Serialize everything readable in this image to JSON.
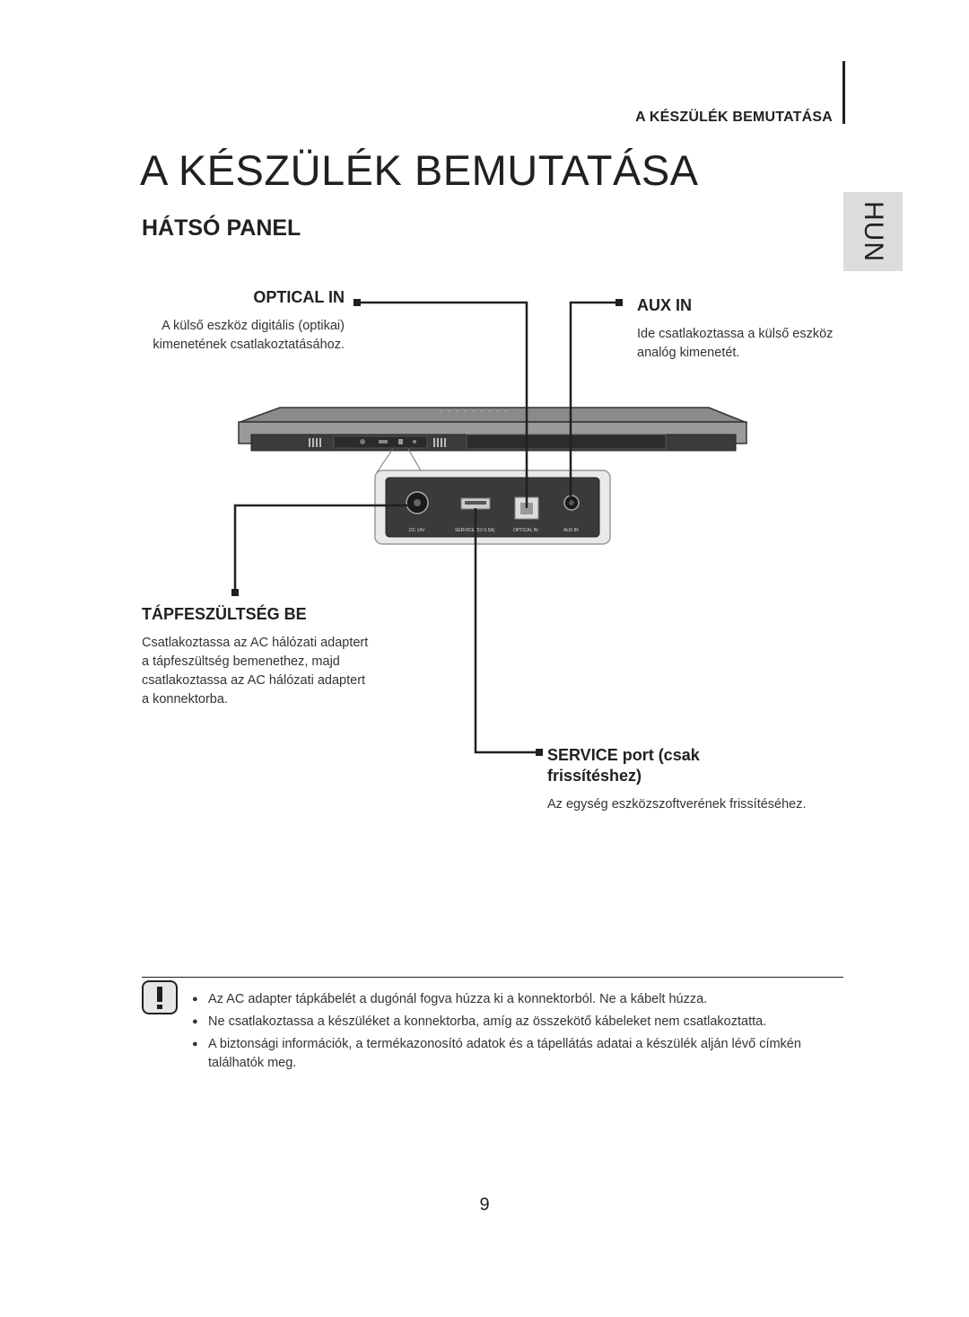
{
  "header": {
    "running_title": "A KÉSZÜLÉK BEMUTATÁSA",
    "language_tab": "HUN"
  },
  "page": {
    "title": "A KÉSZÜLÉK BEMUTATÁSA",
    "section_title": "HÁTSÓ PANEL",
    "page_number": "9"
  },
  "callouts": {
    "optical_in": {
      "label": "OPTICAL IN",
      "description": "A külső eszköz digitális (optikai) kimenetének csatlakoztatásához."
    },
    "aux_in": {
      "label": "AUX IN",
      "description": "Ide csatlakoztassa a külső eszköz analóg kimenetét."
    },
    "power": {
      "label": "TÁPFESZÜLTSÉG BE",
      "description": "Csatlakoztassa az AC hálózati adaptert a tápfeszültség bemenethez, majd csatlakoztassa az AC hálózati adaptert a konnektorba."
    },
    "service": {
      "label": "SERVICE port (csak frissítéshez)",
      "description": "Az egység eszközszoftverének frissítéséhez."
    }
  },
  "panel_port_labels": {
    "dc": "DC 14V",
    "service": "SERVICE (5V 0.5A)",
    "optical": "OPTICAL IN",
    "aux": "AUX IN"
  },
  "caution": {
    "icon": "exclamation-icon",
    "items": [
      "Az AC adapter tápkábelét a dugónál fogva húzza ki a konnektorból. Ne a kábelt húzza.",
      "Ne csatlakoztassa a készüléket a konnektorba, amíg az összekötő kábeleket nem csatlakoztatta.",
      "A biztonsági információk, a termékazonosító adatok és a tápellátás adatai a készülék alján lévő címkén találhatók meg."
    ]
  }
}
